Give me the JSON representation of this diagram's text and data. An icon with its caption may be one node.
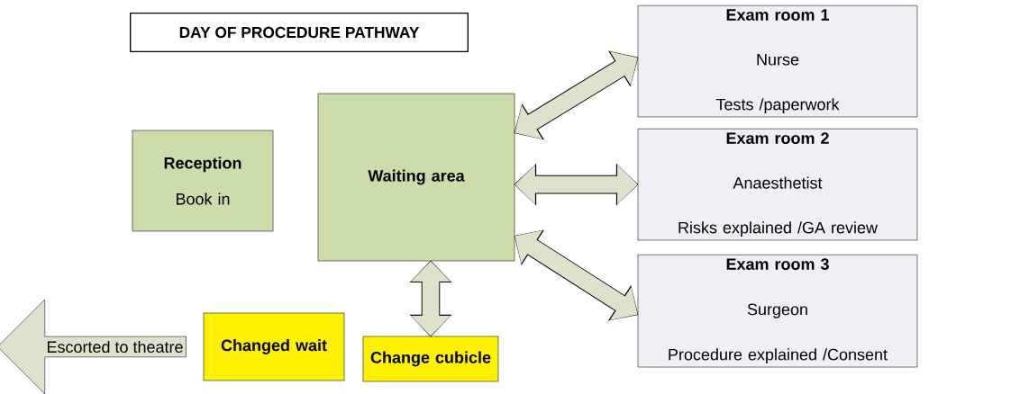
{
  "diagram": {
    "title": "DAY OF PROCEDURE PATHWAY",
    "nodes": [
      {
        "text": [
          "Reception",
          "Book in"
        ]
      },
      {
        "text": [
          "Waiting area"
        ]
      },
      {
        "text": [
          "Exam room 1",
          "Nurse",
          "Tests /paperwork"
        ]
      },
      {
        "text": [
          "Exam room 2",
          "Anaesthetist",
          "Risks explained /GA review"
        ]
      },
      {
        "text": [
          "Exam room 3",
          "Surgeon",
          "Procedure explained /Consent"
        ]
      },
      {
        "text": [
          "Escorted to theatre"
        ]
      },
      {
        "text": [
          "Changed wait"
        ]
      },
      {
        "text": [
          "Change cubicle"
        ]
      }
    ],
    "edges": [
      {
        "from": 1,
        "to": 2,
        "arrow": "both"
      },
      {
        "from": 1,
        "to": 3,
        "arrow": "both"
      },
      {
        "from": 1,
        "to": 4,
        "arrow": "both"
      },
      {
        "from": 1,
        "to": 7,
        "arrow": "both"
      }
    ]
  }
}
